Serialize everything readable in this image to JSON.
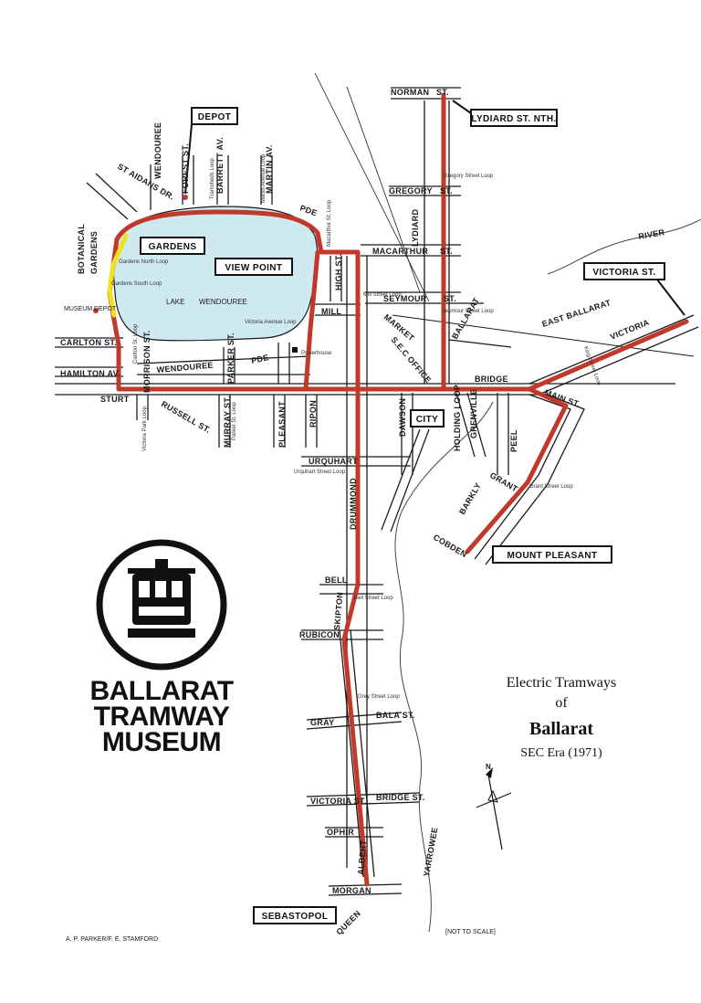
{
  "map": {
    "title_lines": [
      "Electric Tramways",
      "of",
      "Ballarat",
      "SEC Era (1971)"
    ],
    "credit": "A. P. PARKER/F. E. STAMFORD",
    "scale_note": "[NOT TO SCALE]",
    "north": "N",
    "colors": {
      "tram_route": "#c0392b",
      "highlight_route": "#f1e21f",
      "lake": "#cfe9f1",
      "road": "#1a1a1a"
    },
    "museum": {
      "lines": [
        "BALLARAT",
        "TRAMWAY",
        "MUSEUM"
      ],
      "logo_icon": "tram-logo-icon"
    },
    "destinations": [
      "DEPOT",
      "GARDENS",
      "VIEW POINT",
      "LYDIARD ST. NTH.",
      "VICTORIA ST.",
      "CITY",
      "MOUNT PLEASANT",
      "SEBASTOPOL"
    ],
    "lake": [
      "LAKE",
      "WENDOUREE"
    ],
    "streets": {
      "norman": "NORMAN",
      "st": "ST.",
      "gregory": "GREGORY",
      "lydiard": "LYDIARD",
      "macarthur": "MACARTHUR",
      "seymour": "SEYMOUR",
      "market": "MARKET",
      "bridge": "BRIDGE",
      "victoria": "VICTORIA",
      "east_ballarat": "EAST BALLARAT",
      "river": "RIVER",
      "ballarat": "BALLARAT",
      "sec_office": "S.E.C OFFICE",
      "main": "MAIN ST.",
      "peel": "PEEL",
      "grant": "GRANT",
      "barkly": "BARKLY",
      "cobden": "COBDEN",
      "grenville": "GRENVILLE",
      "holding_loop": "HOLDING LOOP",
      "dawson": "DAWSON",
      "drummond": "DRUMMOND",
      "urquhart": "URQUHART",
      "bell": "BELL",
      "skipton": "SKIPTON",
      "rubicon": "RUBICON",
      "gray": "GRAY",
      "bala": "BALA ST.",
      "victoria_st": "VICTORIA ST.",
      "bridge_st": "BRIDGE ST.",
      "ophir": "OPHIR",
      "albert": "ALBERT",
      "morgan": "MORGAN",
      "queen": "QUEEN",
      "yarrowee": "YARROWEE",
      "sturt": "STURT",
      "russell": "RUSSELL ST.",
      "murray": "MURRAY ST.",
      "pleasant": "PLEASANT",
      "ripon": "RIPON",
      "high": "HIGH ST.",
      "mill": "MILL",
      "pde": "PDE",
      "wendouree": "WENDOUREE",
      "parker": "PARKER ST.",
      "morrison": "MORRISON ST.",
      "carlton": "CARLTON ST.",
      "hamilton": "HAMILTON AV.",
      "museum_depot": "MUSEUM DEPOT",
      "botanical": "BOTANICAL",
      "gardens": "GARDENS",
      "st_aidans": "ST AIDANS DR.",
      "forest": "FOREST ST.",
      "barrett": "BARRETT AV.",
      "martin": "MARTIN AV.",
      "wendouree_rot": "WENDOUREE"
    },
    "loops": {
      "gregory": "Gregory Street Loop",
      "macarthur": "Macarthur St. Loop",
      "mill": "Mill Street Loop",
      "seymour": "Seymour Street Loop",
      "victoria_ave": "Victoria Avenue Loop",
      "king": "King Street Loop",
      "grant": "Grant Street Loop",
      "urquhart": "Urquhart Street Loop",
      "bell": "Bell Street Loop",
      "grey": "Grey Street Loop",
      "gardens_north": "Gardens North Loop",
      "gardens_south": "Gardens South Loop",
      "carlton": "Carlton St. Loop",
      "victoria_park": "Victoria Park Loop",
      "parker": "Parker St. Loop",
      "tramsheds": "Tramsheds Loop",
      "martin": "Martin Avenue Loop",
      "powerhouse": "Powerhouse"
    }
  }
}
